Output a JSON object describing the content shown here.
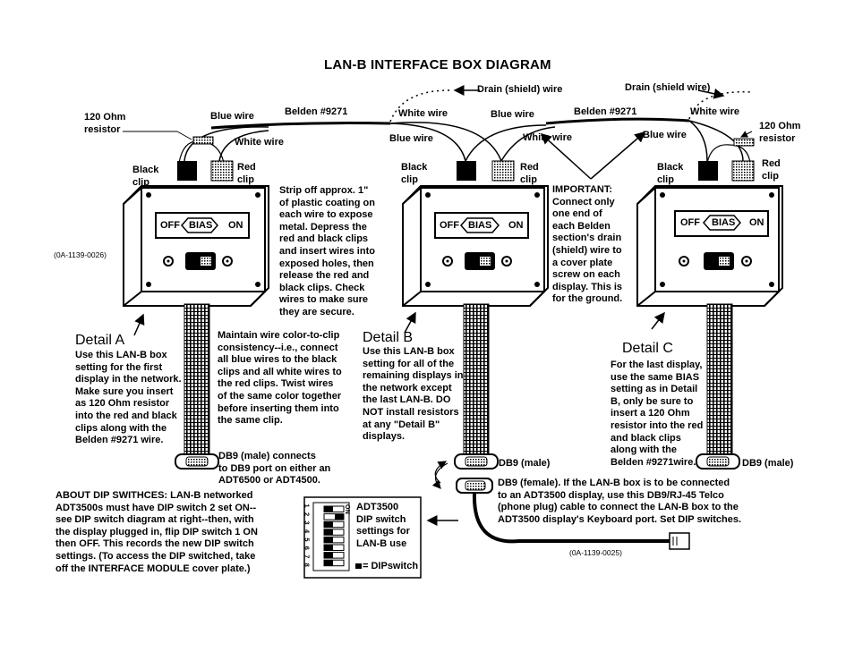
{
  "title": "LAN-B INTERFACE BOX DIAGRAM",
  "labels": {
    "drain_left": "Drain (shield) wire",
    "drain_right": "Drain (shield wire)",
    "ohm_left": "120 Ohm\nresistor",
    "ohm_right": "120 Ohm\nresistor",
    "blue_wire": "Blue wire",
    "white_wire": "White wire",
    "belden": "Belden #9271",
    "black_clip": "Black\nclip",
    "red_clip": "Red\nclip",
    "part_top": "(0A-1139-0026)",
    "part_bottom": "(0A-1139-0025)",
    "db9_male": "DB9 (male)"
  },
  "box": {
    "off": "OFF",
    "bias": "BIAS",
    "on": "ON"
  },
  "details": {
    "a": {
      "heading": "Detail A",
      "text": "Use this LAN-B box\nsetting for the first\ndisplay in the network.\nMake sure you insert\nas 120 Ohm resistor\ninto the red and black\nclips along with the\nBelden #9271 wire."
    },
    "b": {
      "heading": "Detail B",
      "text": "Use this LAN-B box\nsetting for all of the\nremaining displays in\nthe network except\nthe last LAN-B. DO\nNOT install resistors\nat any \"Detail B\"\ndisplays."
    },
    "c": {
      "heading": "Detail C",
      "text": "For the last display,\nuse the same BIAS\nsetting as in Detail\nB, only be sure to\ninsert a 120 Ohm\nresistor into the red\nand black clips\nalong with the\nBelden #9271wire."
    }
  },
  "notes": {
    "strip": "Strip off approx. 1\"\nof plastic coating on\neach wire to expose\nmetal.  Depress the\nred and black clips\nand insert wires into\nexposed holes, then\nrelease the red and\nblack clips.  Check\nwires to make sure\nthey are secure.",
    "maintain": "Maintain wire color-to-clip\nconsistency--i.e., connect\nall blue wires to the black\nclips and all white wires to\nthe red clips.  Twist wires\nof the same color together\nbefore inserting them into\nthe same clip.",
    "important": "IMPORTANT:\nConnect only\none end of\neach Belden\nsection's drain\n(shield) wire to\na cover plate\nscrew on each\ndisplay.  This is\nfor the ground.",
    "db9_connects": "DB9 (male) connects\nto DB9 port on either an\nADT6500 or ADT4500.",
    "dip_about": "ABOUT DIP SWITHCES: LAN-B networked\nADT3500s must have DIP switch 2 set ON--\nsee DIP switch diagram at right--then, with\nthe display plugged in, flip DIP switch 1 ON\nthen OFF.  This records the new DIP switch\nsettings.  (To access the DIP switched, take\noff the INTERFACE MODULE cover plate.)",
    "db9_female": "DB9 (female).  If the LAN-B box is to be connected\nto an ADT3500 display, use this DB9/RJ-45 Telco\n(phone plug) cable to connect the LAN-B box to the\nADT3500 display's Keyboard port.  Set DIP switches.",
    "adt3500": "ADT3500\nDIP switch\nsettings for\nLAN-B use",
    "dip_legend": "= DIPswitch",
    "dip_on": "ON",
    "dip_numbers": "1 2 3 4 5 6 7 8"
  }
}
